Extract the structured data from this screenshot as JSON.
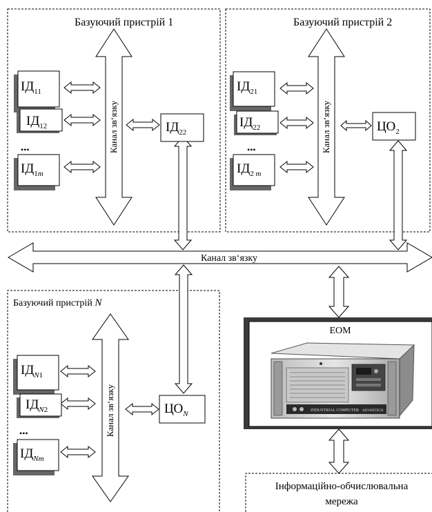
{
  "groups": {
    "g1": {
      "title": "Базуючий пристрій 1"
    },
    "g2": {
      "title": "Базуючий пристрій 2"
    },
    "gN": {
      "title_base": "Базуючий пристрій ",
      "title_var": "N"
    }
  },
  "channel_label": "Канал зв‘язку",
  "main_channel_label": "Канал зв‘язку",
  "ellipsis": "•••",
  "sensors": {
    "g1": [
      {
        "base": "ІД",
        "sub": "11",
        "sub_italic": false
      },
      {
        "base": "ІД",
        "sub": "12",
        "sub_italic": false
      },
      {
        "base": "ІД",
        "sub_prefix": "1",
        "sub": "m",
        "sub_italic": true
      }
    ],
    "g2": [
      {
        "base": "ІД",
        "sub": "21",
        "sub_italic": false
      },
      {
        "base": "ІД",
        "sub": "22",
        "sub_italic": false
      },
      {
        "base": "ІД",
        "sub_prefix": "2 ",
        "sub": "m",
        "sub_italic": true
      }
    ],
    "gN": [
      {
        "base": "ІД",
        "sub_prefix_italic": "N",
        "sub": "1"
      },
      {
        "base": "ІД",
        "sub_prefix_italic": "N",
        "sub": "2"
      },
      {
        "base": "ІД",
        "sub_prefix_italic": "N",
        "sub": "m"
      }
    ]
  },
  "units": {
    "g1": {
      "base": "ІД",
      "sub": "22"
    },
    "g2": {
      "base": "ЦО",
      "sub": "2"
    },
    "gN": {
      "base": "ЦО",
      "sub": "N"
    }
  },
  "computer": {
    "title": "ЕОМ",
    "panel_label": "INDUSTRIAL COMPUTER",
    "brand_label": "ADVANTECH"
  },
  "network": {
    "line1": "Інформаційно-обчислювальна",
    "line2": "мережа"
  }
}
